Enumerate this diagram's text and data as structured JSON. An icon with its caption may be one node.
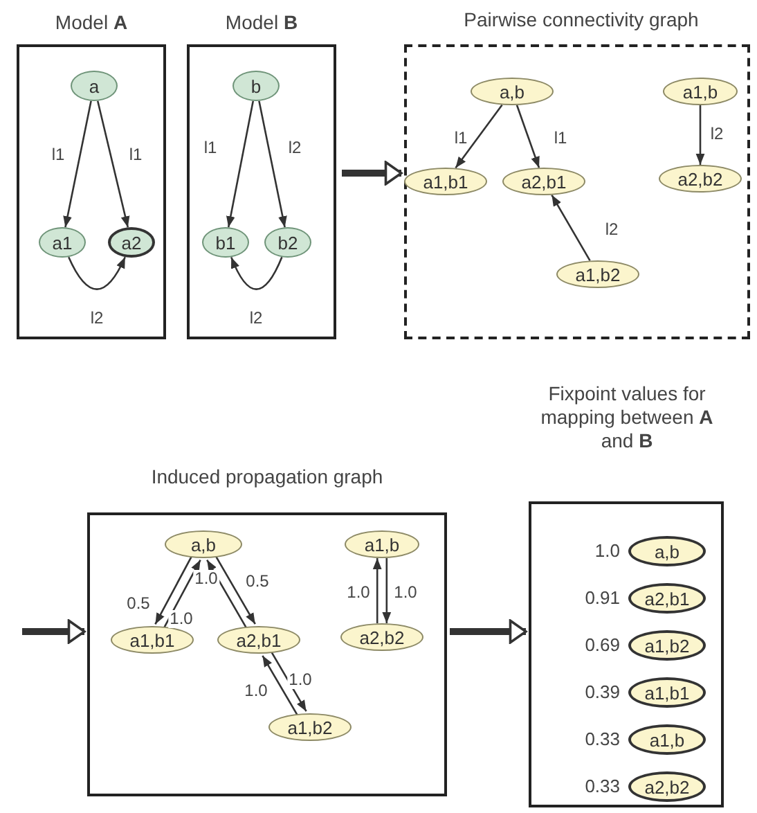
{
  "diagram": {
    "nodes": [
      {
        "text": [
          "Model **A**"
        ]
      },
      {
        "text": [
          "a"
        ],
        "in": 0
      },
      {
        "text": [
          "a1"
        ],
        "in": 0
      },
      {
        "text": [
          "a2"
        ],
        "in": 0
      },
      {
        "text": [
          "Model **B**"
        ]
      },
      {
        "text": [
          "b"
        ],
        "in": 4
      },
      {
        "text": [
          "b1"
        ],
        "in": 4
      },
      {
        "text": [
          "b2"
        ],
        "in": 4
      },
      {
        "text": [
          "Pairwise connectivity graph"
        ]
      },
      {
        "text": [
          "a,b"
        ],
        "in": 8
      },
      {
        "text": [
          "a1,b"
        ],
        "in": 8
      },
      {
        "text": [
          "a1,b1"
        ],
        "in": 8
      },
      {
        "text": [
          "a2,b1"
        ],
        "in": 8
      },
      {
        "text": [
          "a2,b2"
        ],
        "in": 8
      },
      {
        "text": [
          "a1,b2"
        ],
        "in": 8
      },
      {
        "text": [
          "Induced propagation graph"
        ]
      },
      {
        "text": [
          "a,b"
        ],
        "in": 15
      },
      {
        "text": [
          "a1,b"
        ],
        "in": 15
      },
      {
        "text": [
          "a1,b1"
        ],
        "in": 15
      },
      {
        "text": [
          "a2,b1"
        ],
        "in": 15
      },
      {
        "text": [
          "a2,b2"
        ],
        "in": 15
      },
      {
        "text": [
          "a1,b2"
        ],
        "in": 15
      },
      {
        "text": [
          "Fixpoint values for mapping between **A** and **B**"
        ]
      },
      {
        "text": [
          "a,b"
        ],
        "beside": [
          "1.0"
        ],
        "in": 22
      },
      {
        "text": [
          "a2,b1"
        ],
        "beside": [
          "0.91"
        ],
        "in": 22
      },
      {
        "text": [
          "a1,b2"
        ],
        "beside": [
          "0.69"
        ],
        "in": 22
      },
      {
        "text": [
          "a1,b1"
        ],
        "beside": [
          "0.39"
        ],
        "in": 22
      },
      {
        "text": [
          "a1,b"
        ],
        "beside": [
          "0.33"
        ],
        "in": 22
      },
      {
        "text": [
          "a2,b2"
        ],
        "beside": [
          "0.33"
        ],
        "in": 22
      }
    ],
    "edges": [
      {
        "from": 1,
        "to": 2,
        "arrow": "to",
        "label": "l1"
      },
      {
        "from": 1,
        "to": 3,
        "arrow": "to",
        "label": "l1"
      },
      {
        "from": 2,
        "to": 3,
        "arrow": "to",
        "label": "l2"
      },
      {
        "from": 5,
        "to": 6,
        "arrow": "to",
        "label": "l1"
      },
      {
        "from": 5,
        "to": 7,
        "arrow": "to",
        "label": "l2"
      },
      {
        "from": 7,
        "to": 6,
        "arrow": "to",
        "label": "l2"
      },
      {
        "from": 4,
        "to": 8,
        "arrow": "to",
        "style": "thick"
      },
      {
        "from": 9,
        "to": 11,
        "arrow": "to",
        "label": "l1"
      },
      {
        "from": 9,
        "to": 12,
        "arrow": "to",
        "label": "l1"
      },
      {
        "from": 10,
        "to": 13,
        "arrow": "to",
        "label": "l2"
      },
      {
        "from": 14,
        "to": 12,
        "arrow": "to",
        "label": "l2"
      },
      {
        "from": null,
        "to": 15,
        "arrow": "to",
        "style": "thick"
      },
      {
        "from": 16,
        "to": 18,
        "arrow": "to",
        "label": "0.5"
      },
      {
        "from": 18,
        "to": 16,
        "arrow": "to",
        "label": "1.0"
      },
      {
        "from": 19,
        "to": 16,
        "arrow": "to",
        "label": "1.0"
      },
      {
        "from": 16,
        "to": 19,
        "arrow": "to",
        "label": "0.5"
      },
      {
        "from": 20,
        "to": 17,
        "arrow": "to",
        "label": "1.0"
      },
      {
        "from": 17,
        "to": 20,
        "arrow": "to",
        "label": "1.0"
      },
      {
        "from": 21,
        "to": 19,
        "arrow": "to",
        "label": "1.0"
      },
      {
        "from": 19,
        "to": 21,
        "arrow": "to",
        "label": "1.0"
      },
      {
        "from": 15,
        "to": 22,
        "arrow": "to",
        "style": "thick"
      }
    ]
  }
}
